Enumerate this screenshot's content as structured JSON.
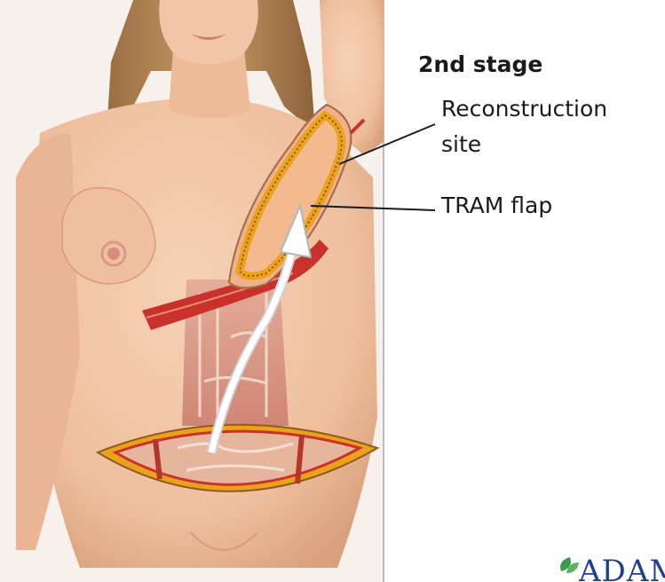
{
  "title": "2nd stage",
  "labels": {
    "reconstruction_line1": "Reconstruction",
    "reconstruction_line2": "site",
    "tram_flap": "TRAM flap"
  },
  "logo": "ADAM",
  "colors": {
    "skin": "#f2c4a4",
    "skin_shadow": "#d99a78",
    "hair": "#b8895a",
    "flap_border": "#e9a21a",
    "muscle": "#c9312b",
    "label_text": "#1a1a1a",
    "logo": "#1f3f8f"
  }
}
